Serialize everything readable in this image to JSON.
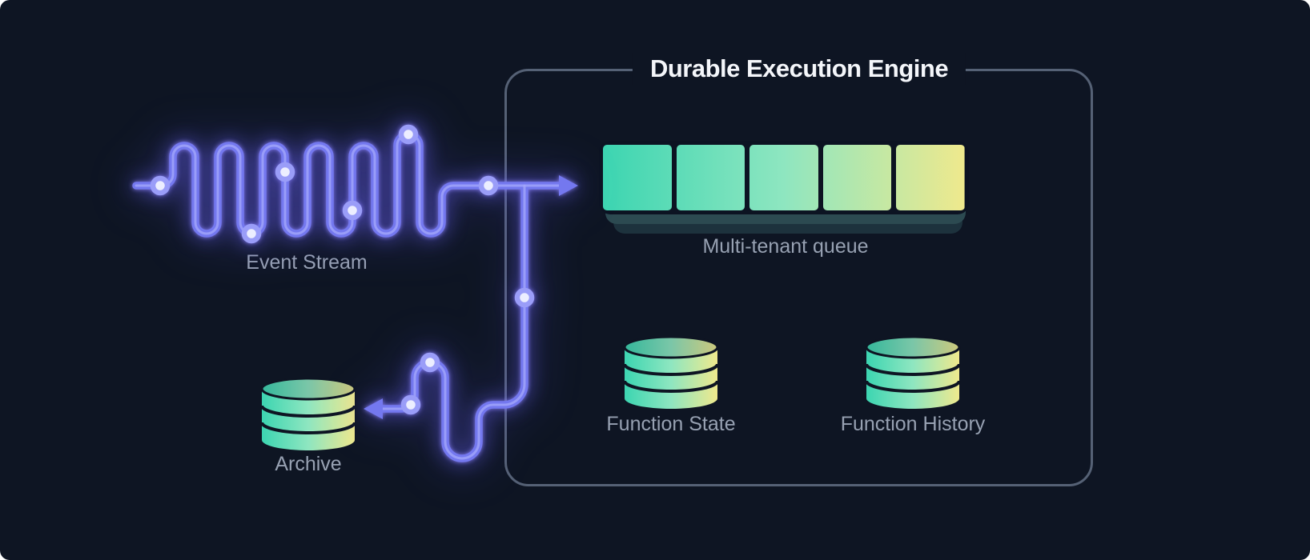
{
  "title": "Durable Execution Engine",
  "event_stream": {
    "label": "Event Stream"
  },
  "engine": {
    "queue": {
      "label": "Multi-tenant queue",
      "segments": 5
    },
    "databases": [
      {
        "label": "Function State"
      },
      {
        "label": "Function History"
      }
    ]
  },
  "archive": {
    "label": "Archive"
  },
  "colors": {
    "background": "#0e1523",
    "stream": "#7478ef",
    "stream_core": "#a3a6fa",
    "node_fill": "#eceeff",
    "node_ring": "#9a9df8",
    "box_border": "#556175",
    "gradient_start": "#3cd5b1",
    "gradient_mid": "#8ee6c0",
    "gradient_end": "#efe98d",
    "label_text": "#97a1b2",
    "title_text": "#f4f6fa"
  }
}
